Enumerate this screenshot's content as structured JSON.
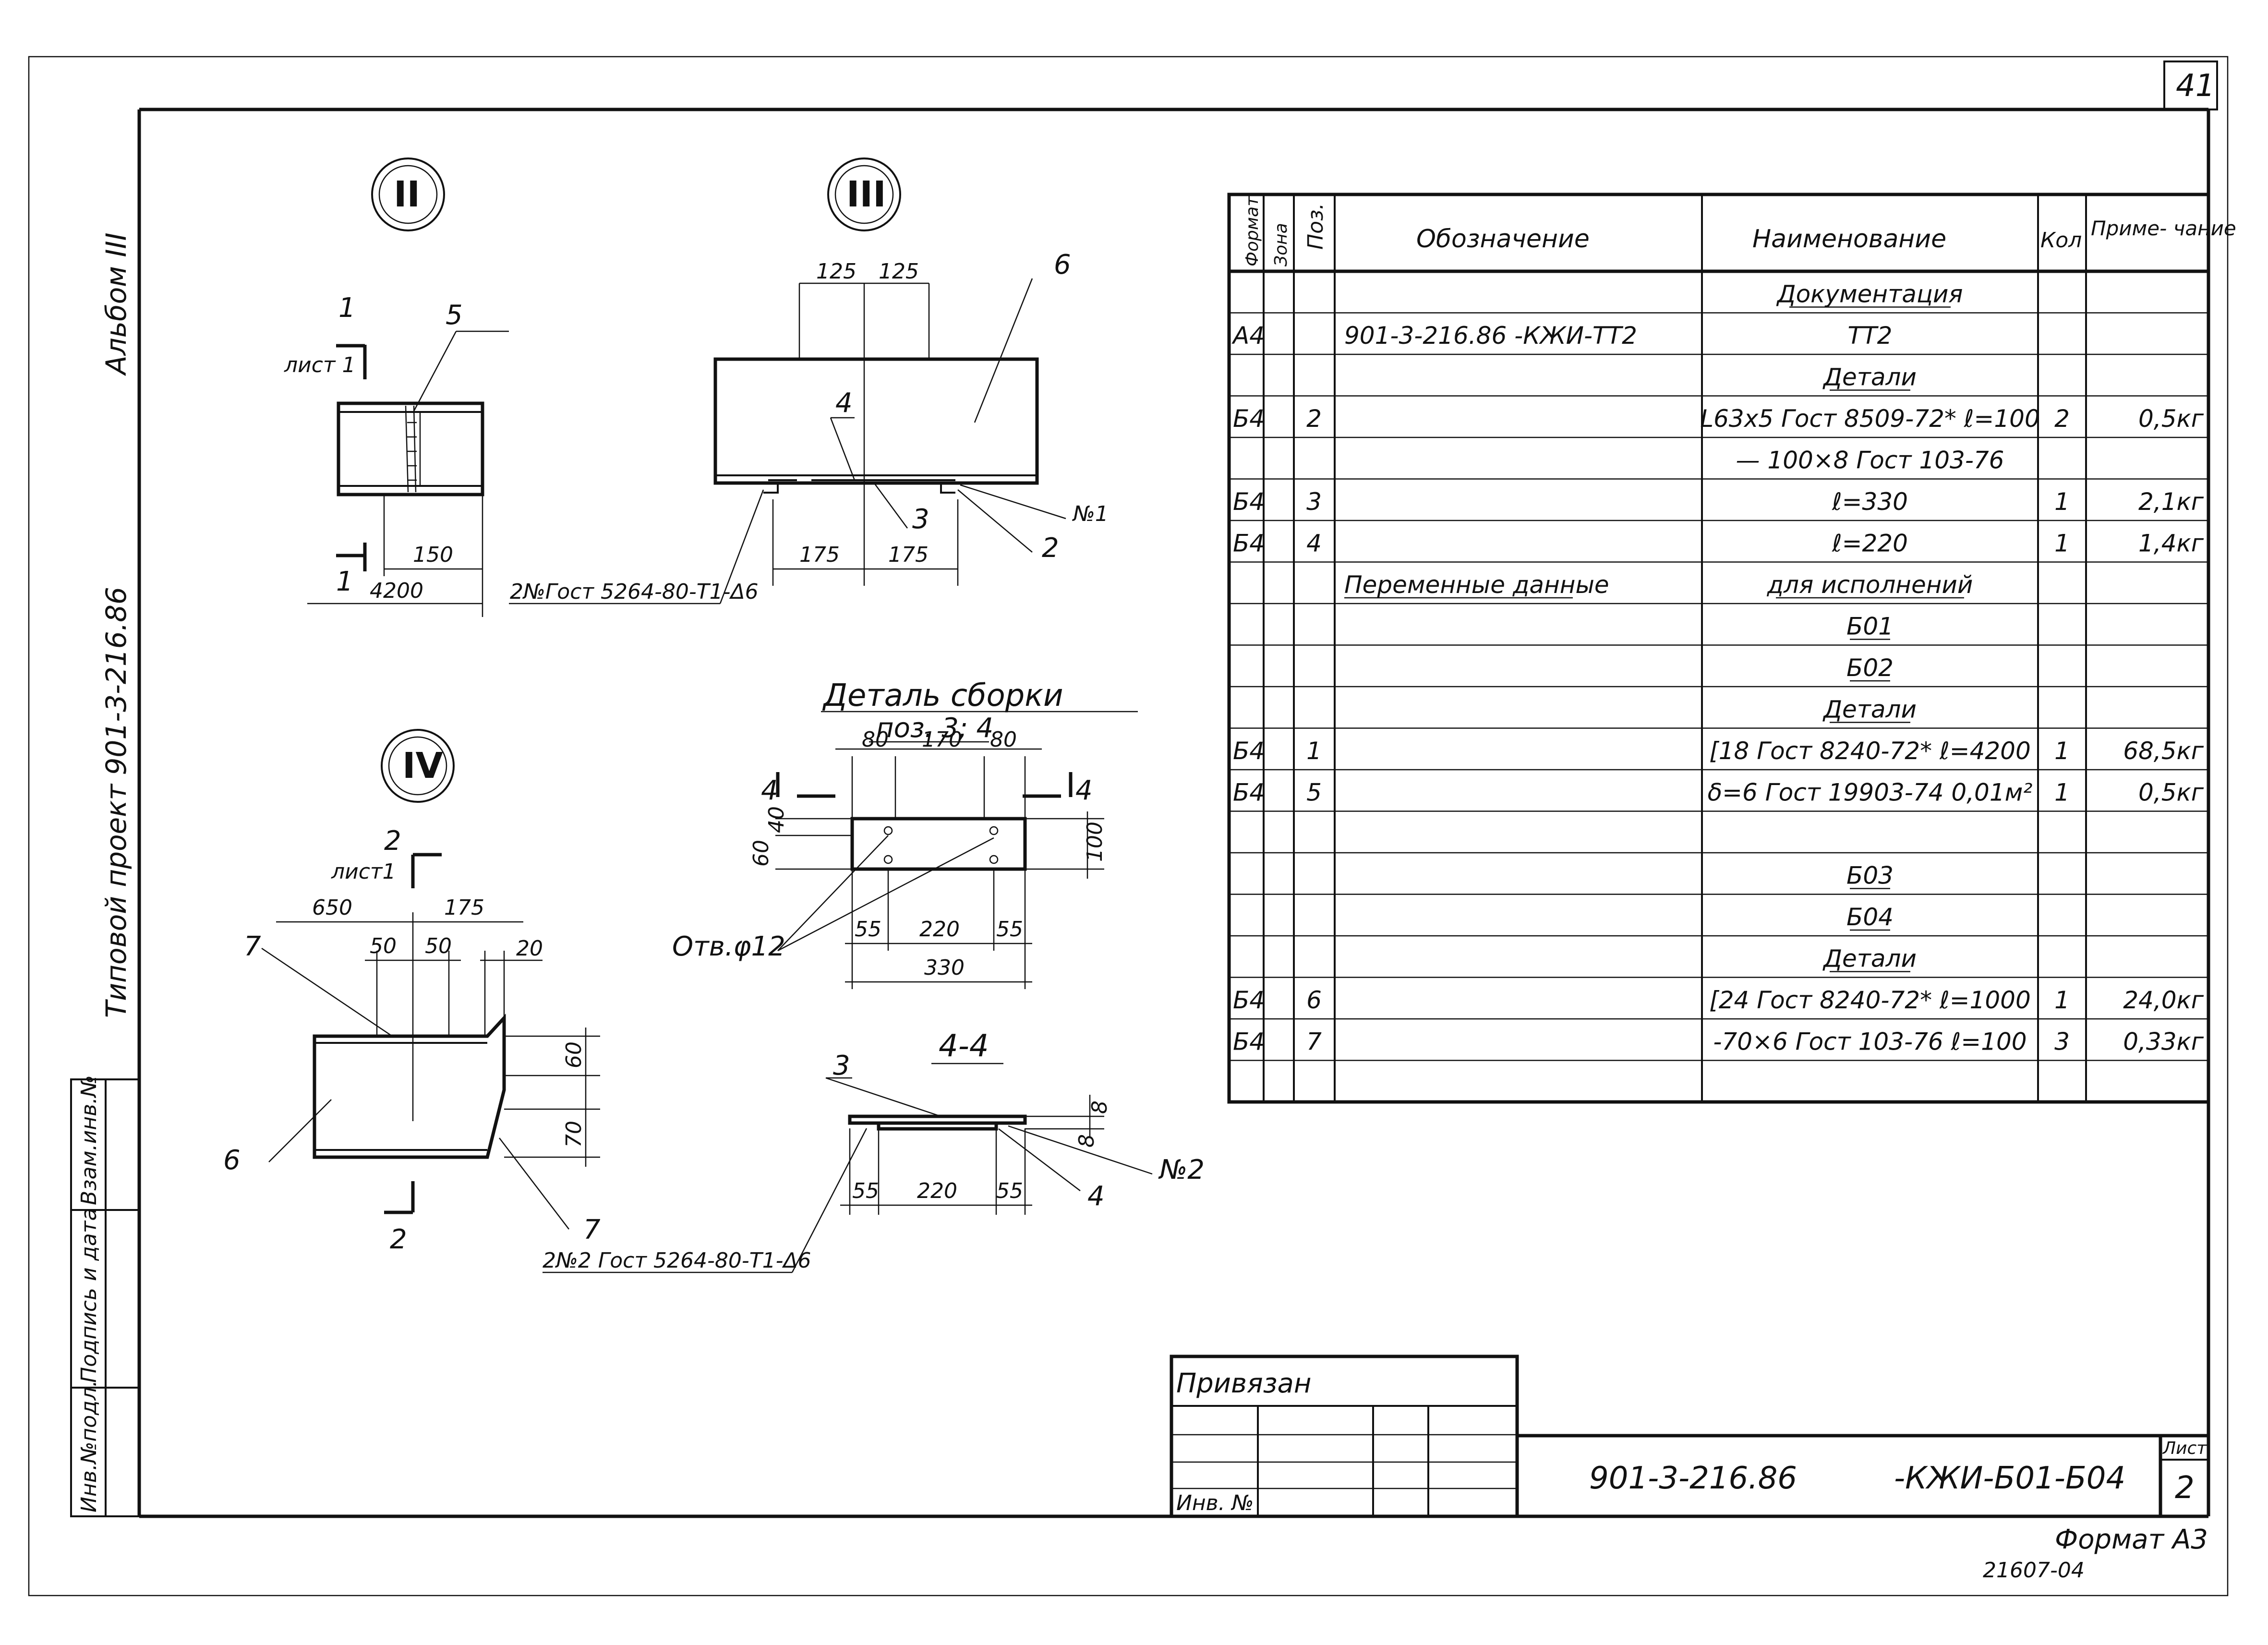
{
  "sheet": {
    "page_number": "41",
    "format_label": "Формат А3",
    "archive_code": "21607-04",
    "side_album": "Альбом III",
    "side_project": "Типовой проект 901-3-216.86",
    "left_stamp": [
      "Инв.№подл.",
      "Подпись и дата",
      "Взам.инв.№"
    ]
  },
  "views": {
    "II": {
      "roman": "II",
      "section_mark": "1",
      "sheet_ref": "лист 1",
      "pos": "5",
      "dims": [
        "150",
        "4200"
      ],
      "bolt_note": "2№Гост 5264-80-Т1-Δ6"
    },
    "III": {
      "roman": "III",
      "dims": [
        "125",
        "125",
        "175",
        "175"
      ],
      "positions": [
        "6",
        "4",
        "3",
        "2"
      ],
      "weld": "№1"
    },
    "IV": {
      "roman": "IV",
      "section_mark": "2",
      "sheet_ref": "лист1",
      "dims": [
        "650",
        "175",
        "50",
        "50",
        "20",
        "60",
        "70"
      ],
      "positions": [
        "7",
        "6",
        "7"
      ]
    },
    "detail": {
      "title": "Деталь сборки",
      "subtitle": "поз. 3; 4",
      "section_mark": "4",
      "dims": [
        "80",
        "170",
        "80",
        "40",
        "60",
        "100",
        "55",
        "220",
        "55",
        "330"
      ],
      "hole_note": "Отв.φ12"
    },
    "section44": {
      "title": "4-4",
      "pos_top": "3",
      "pos_bottom": "4",
      "dims": [
        "8",
        "8",
        "55",
        "220",
        "55"
      ],
      "weld": "№2",
      "weld_note": "2№2 Гост 5264-80-Т1-Δ6"
    }
  },
  "spec_table": {
    "headers": {
      "format": "Формат",
      "zone": "Зона",
      "pos": "Поз.",
      "designation": "Обозначение",
      "name": "Наименование",
      "qty": "Кол",
      "note": "Приме- чание"
    },
    "rows": [
      {
        "format": "",
        "pos": "",
        "designation": "",
        "name": "Документация",
        "qty": "",
        "note": "",
        "underline": true
      },
      {
        "format": "А4",
        "pos": "",
        "designation": "901-3-216.86 -КЖИ-ТТ2",
        "name": "ТТ2",
        "qty": "",
        "note": "",
        "underline": false
      },
      {
        "format": "",
        "pos": "",
        "designation": "",
        "name": "Детали",
        "qty": "",
        "note": "",
        "underline": true
      },
      {
        "format": "Б4",
        "pos": "2",
        "designation": "",
        "name": "L63х5 Гост 8509-72* ℓ=100",
        "qty": "2",
        "note": "0,5кг",
        "underline": false
      },
      {
        "format": "",
        "pos": "",
        "designation": "",
        "name": "— 100×8 Гост 103-76",
        "qty": "",
        "note": "",
        "underline": false
      },
      {
        "format": "Б4",
        "pos": "3",
        "designation": "",
        "name": "ℓ=330",
        "qty": "1",
        "note": "2,1кг",
        "underline": false
      },
      {
        "format": "Б4",
        "pos": "4",
        "designation": "",
        "name": "ℓ=220",
        "qty": "1",
        "note": "1,4кг",
        "underline": false
      },
      {
        "format": "",
        "pos": "",
        "designation": "Переменные данные",
        "name": "для исполнений",
        "qty": "",
        "note": "",
        "underline": true
      },
      {
        "format": "",
        "pos": "",
        "designation": "",
        "name": "Б01",
        "qty": "",
        "note": "",
        "underline": true
      },
      {
        "format": "",
        "pos": "",
        "designation": "",
        "name": "Б02",
        "qty": "",
        "note": "",
        "underline": true
      },
      {
        "format": "",
        "pos": "",
        "designation": "",
        "name": "Детали",
        "qty": "",
        "note": "",
        "underline": true
      },
      {
        "format": "Б4",
        "pos": "1",
        "designation": "",
        "name": "[18 Гост 8240-72* ℓ=4200",
        "qty": "1",
        "note": "68,5кг",
        "underline": false
      },
      {
        "format": "Б4",
        "pos": "5",
        "designation": "",
        "name": "δ=6 Гост 19903-74 0,01м²",
        "qty": "1",
        "note": "0,5кг",
        "underline": false
      },
      {
        "format": "",
        "pos": "",
        "designation": "",
        "name": "",
        "qty": "",
        "note": "",
        "underline": false
      },
      {
        "format": "",
        "pos": "",
        "designation": "",
        "name": "Б03",
        "qty": "",
        "note": "",
        "underline": true
      },
      {
        "format": "",
        "pos": "",
        "designation": "",
        "name": "Б04",
        "qty": "",
        "note": "",
        "underline": true
      },
      {
        "format": "",
        "pos": "",
        "designation": "",
        "name": "Детали",
        "qty": "",
        "note": "",
        "underline": true
      },
      {
        "format": "Б4",
        "pos": "6",
        "designation": "",
        "name": "[24 Гост 8240-72* ℓ=1000",
        "qty": "1",
        "note": "24,0кг",
        "underline": false
      },
      {
        "format": "Б4",
        "pos": "7",
        "designation": "",
        "name": "-70×6 Гост 103-76 ℓ=100",
        "qty": "3",
        "note": "0,33кг",
        "underline": false
      },
      {
        "format": "",
        "pos": "",
        "designation": "",
        "name": "",
        "qty": "",
        "note": "",
        "underline": false
      }
    ]
  },
  "title_block": {
    "bound_label": "Привязан",
    "inv_label": "Инв. №",
    "designation": "901-3-216.86",
    "code": "-КЖИ-Б01-Б04",
    "sheet_label": "Лист",
    "sheet_no": "2"
  }
}
